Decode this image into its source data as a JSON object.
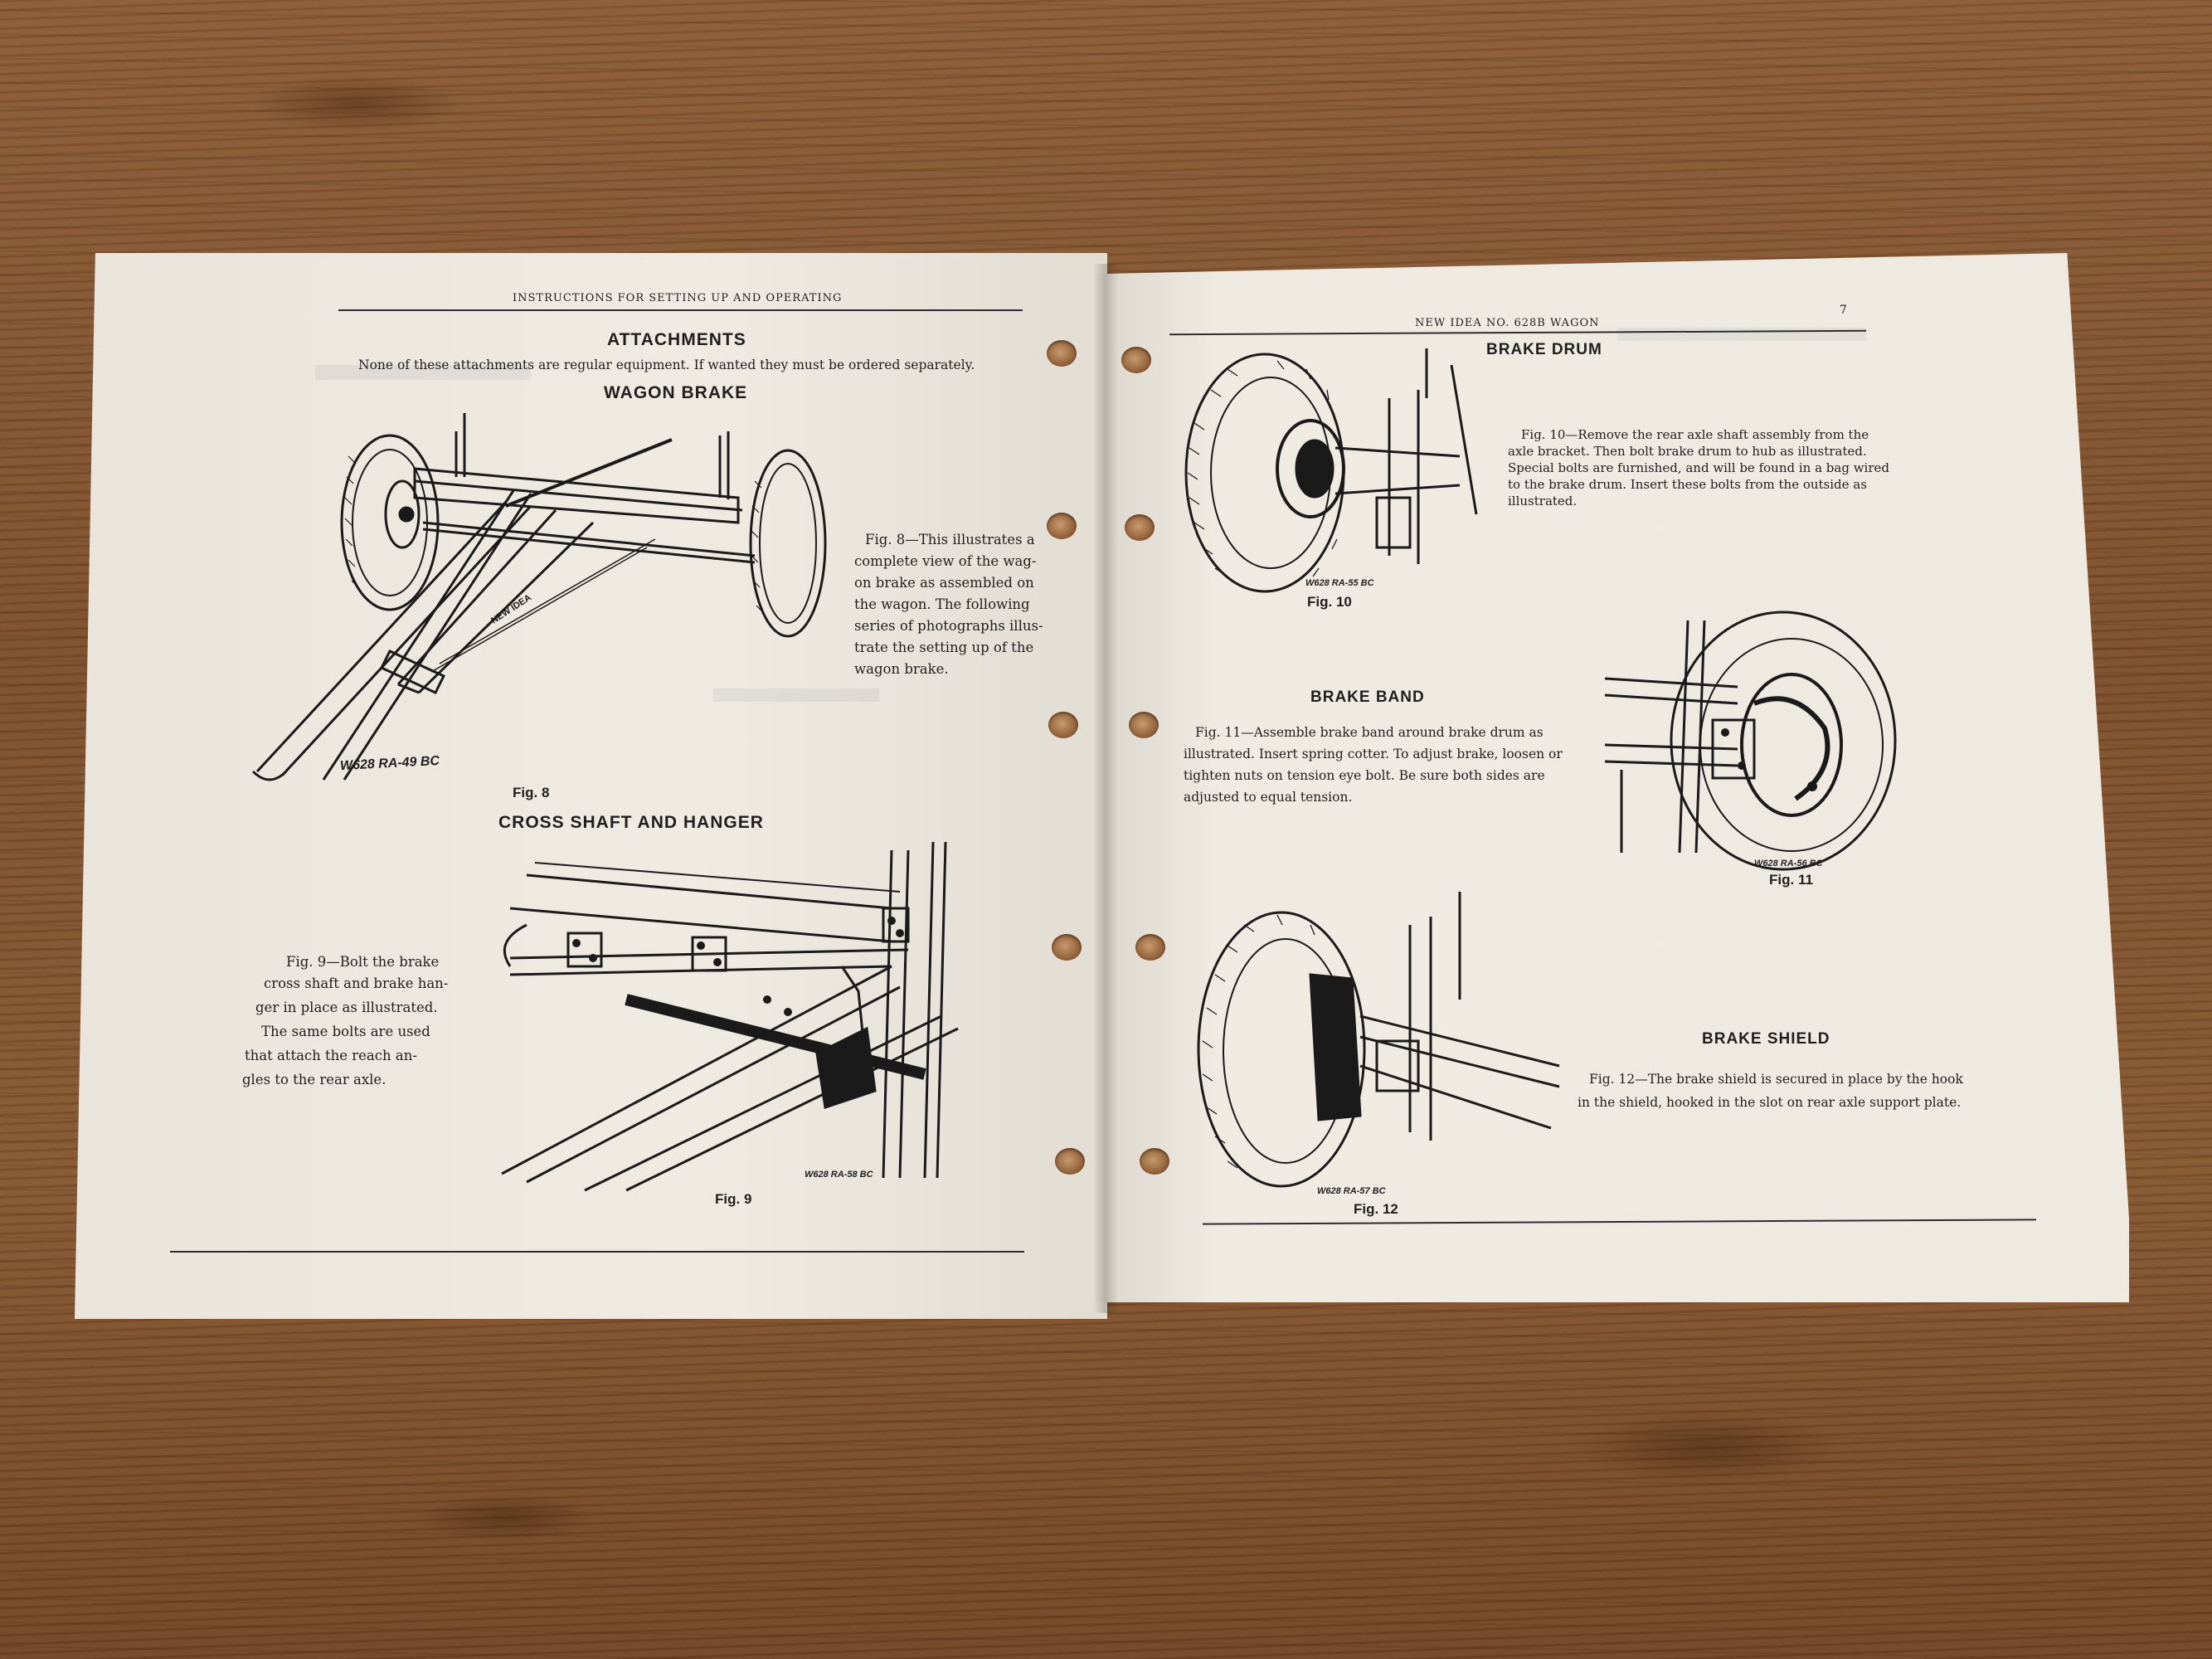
{
  "left_page": {
    "running_head": "INSTRUCTIONS FOR SETTING UP AND OPERATING",
    "attachments": {
      "heading": "ATTACHMENTS",
      "intro": "None of these attachments are regular equipment.  If wanted they must be ordered separately."
    },
    "wagon_brake": {
      "heading": "WAGON BRAKE",
      "caption_lines": [
        "Fig. 8—This illustrates a",
        "complete view of the wag-",
        "on brake as assembled on",
        "the wagon.  The following",
        "series of photographs illus-",
        "trate the setting up of the",
        "wagon brake."
      ],
      "figure_label": "Fig. 8",
      "figure_code": "W628 RA-49 BC",
      "tongue_logo": "NEW IDEA"
    },
    "cross_shaft": {
      "heading": "CROSS SHAFT AND HANGER",
      "caption_lines": [
        "Fig.  9—Bolt  the  brake",
        "cross shaft and brake han-",
        "ger in place as illustrated.",
        "The same bolts are used",
        "that attach the reach an-",
        "gles to the rear axle."
      ],
      "figure_label": "Fig. 9",
      "figure_code": "W628 RA-58 BC"
    }
  },
  "right_page": {
    "running_head": "NEW IDEA NO. 628B WAGON",
    "page_number": "7",
    "brake_drum": {
      "heading": "BRAKE DRUM",
      "caption_lines": [
        "Fig. 10—Remove the rear axle shaft assembly from the",
        "axle bracket.  Then bolt brake drum to hub as illustrated.",
        "Special bolts are furnished, and will be found in a bag wired",
        "to the brake drum.  Insert these bolts from the outside as",
        "illustrated."
      ],
      "figure_label": "Fig. 10",
      "figure_code": "W628 RA-55 BC"
    },
    "brake_band": {
      "heading": "BRAKE BAND",
      "caption_lines": [
        "Fig. 11—Assemble brake band around brake drum as",
        "illustrated.  Insert spring cotter.  To adjust brake, loosen or",
        "tighten nuts on tension eye bolt.  Be sure both sides are",
        "adjusted to equal tension."
      ],
      "figure_label": "Fig. 11",
      "figure_code": "W628 RA-56 BC"
    },
    "brake_shield": {
      "heading": "BRAKE SHIELD",
      "caption_lines": [
        "Fig. 12—The brake shield is secured in place by the hook",
        "in the shield, hooked in the slot on rear axle support plate."
      ],
      "figure_label": "Fig. 12",
      "figure_code": "W628 RA-57 BC"
    }
  }
}
